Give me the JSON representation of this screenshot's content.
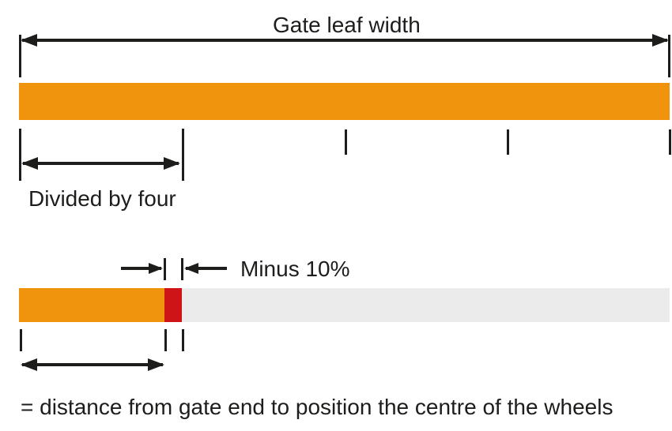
{
  "colors": {
    "orange": "#F0930D",
    "red": "#CE1417",
    "light_gray": "#EBEBEB",
    "ink": "#1D1D1B"
  },
  "labels": {
    "gate_width": "Gate leaf width",
    "divided_by_four": "Divided by four",
    "minus_ten_percent": "Minus 10%",
    "caption": "= distance from gate end to position the centre of the wheels"
  }
}
